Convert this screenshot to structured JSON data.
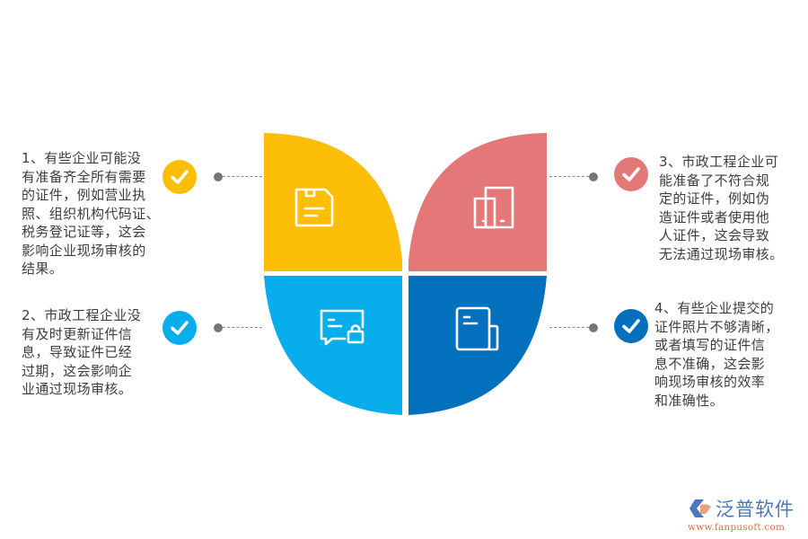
{
  "diagram": {
    "type": "four-petal-infographic",
    "colors": {
      "yellow": "#FDBE07",
      "pink": "#E47777",
      "cyan": "#08AEEC",
      "blue": "#0370BD",
      "connector": "#777777",
      "text": "#3d3d3d"
    },
    "items": [
      {
        "id": 1,
        "color": "#FDBE07",
        "icon": "floppy-save-icon",
        "lines": [
          "1、有些企业可能没",
          "有准备齐全所有需要",
          "的证件，例如营业执",
          "照、组织机构代码证、",
          "税务登记证等，这会",
          "影响企业现场审核的",
          "结果。"
        ]
      },
      {
        "id": 2,
        "color": "#08AEEC",
        "icon": "chat-lock-icon",
        "lines": [
          "2、市政工程企业没",
          "有及时更新证件信",
          "息，导致证件已经",
          "过期，这会影响企",
          "业通过现场审核。"
        ]
      },
      {
        "id": 3,
        "color": "#E47777",
        "icon": "devices-icon",
        "lines": [
          "3、市政工程企业可",
          "能准备了不符合规",
          "定的证件，例如伪",
          "造证件或者使用他",
          "人证件，这会导致",
          "无法通过现场审核。"
        ]
      },
      {
        "id": 4,
        "color": "#0370BD",
        "icon": "document-icon",
        "lines": [
          "4、有些企业提交的",
          "证件照片不够清晰，",
          "或者填写的证件信",
          "息不准确，这会影",
          "响现场审核的效率",
          "和准确性。"
        ]
      }
    ]
  },
  "logo": {
    "name": "泛普软件",
    "url": "www.fanpusoft.com"
  }
}
